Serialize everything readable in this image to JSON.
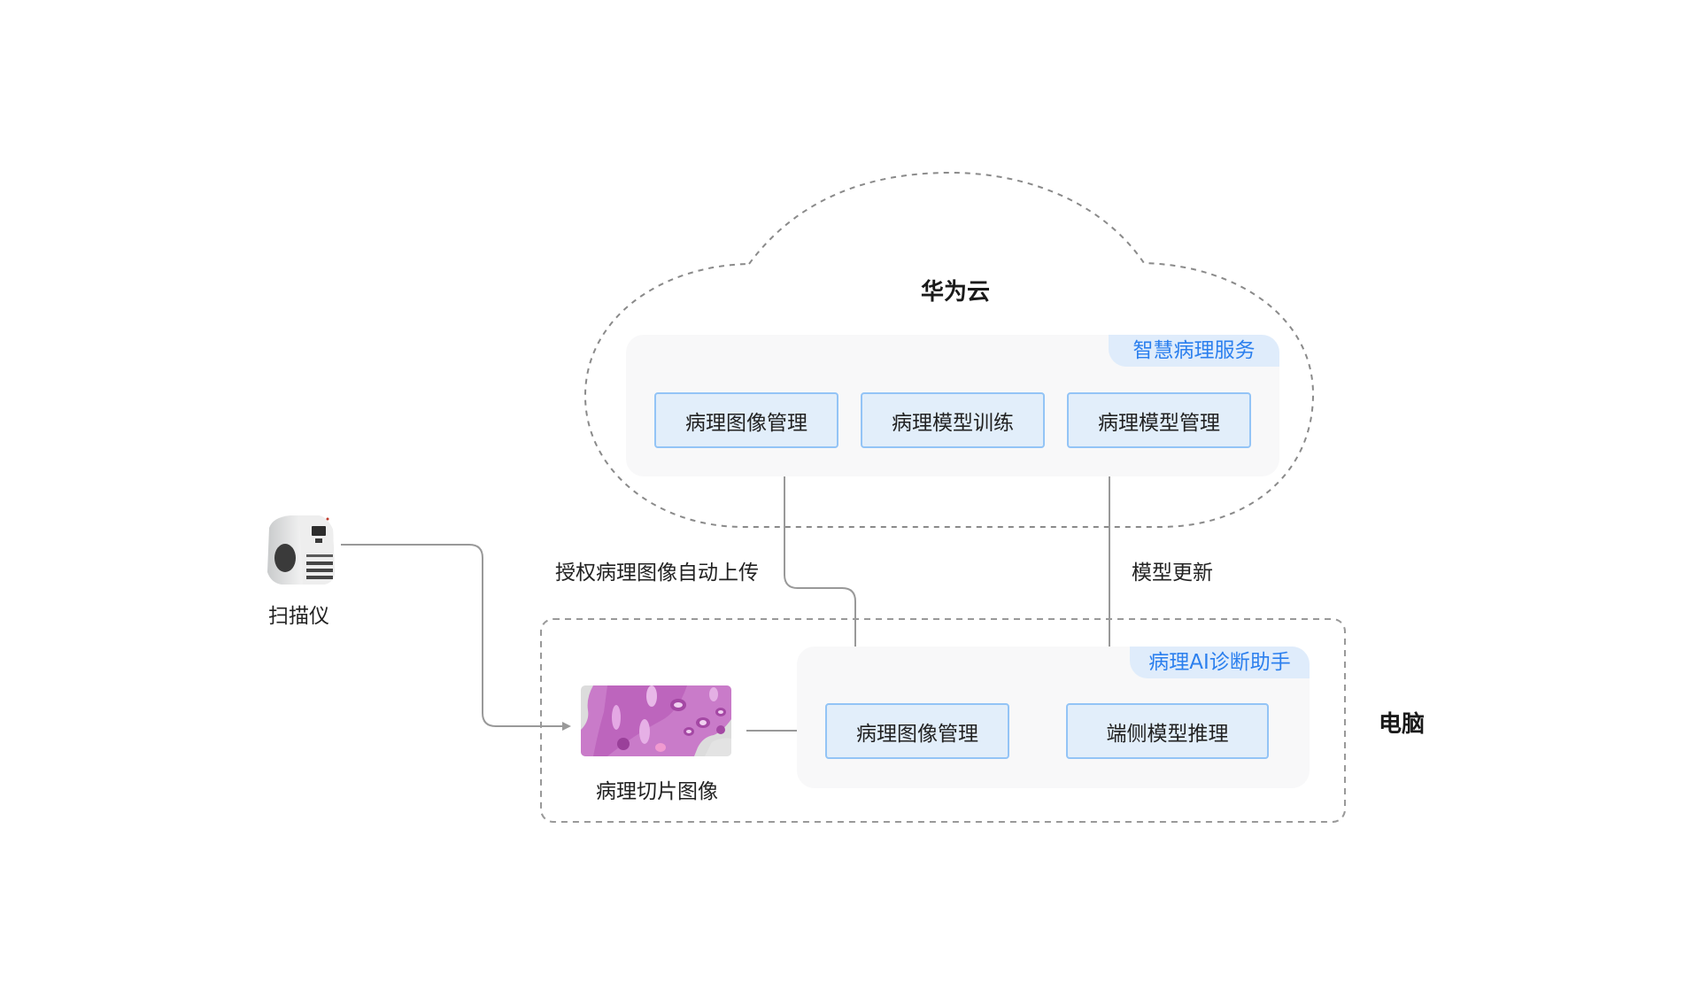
{
  "cloud": {
    "title": "华为云",
    "service_group": {
      "tag": "智慧病理服务",
      "nodes": [
        {
          "label": "病理图像管理"
        },
        {
          "label": "病理模型训练"
        },
        {
          "label": "病理模型管理"
        }
      ]
    }
  },
  "computer": {
    "title": "电脑",
    "slide_image_label": "病理切片图像",
    "assistant_group": {
      "tag": "病理AI诊断助手",
      "nodes": [
        {
          "label": "病理图像管理"
        },
        {
          "label": "端侧模型推理"
        }
      ]
    }
  },
  "scanner": {
    "label": "扫描仪"
  },
  "edges": {
    "upload_label": "授权病理图像自动上传",
    "update_label": "模型更新"
  },
  "colors": {
    "accent_text": "#2b7fee",
    "tag_bg": "#dfecfb",
    "node_bg": "#e2eefa",
    "node_border": "#93c4f6",
    "connector": "#999999",
    "dashed_outline": "#8a8a8a"
  }
}
